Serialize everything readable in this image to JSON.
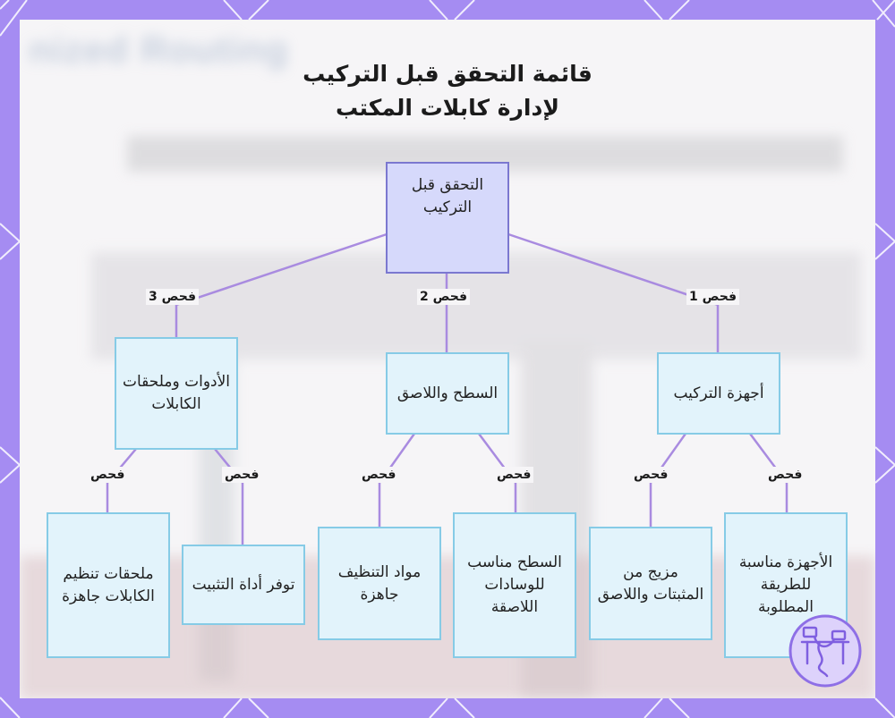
{
  "title": {
    "line1": "قائمة التحقق قبل التركيب",
    "line2": "لإدارة كابلات المكتب"
  },
  "background_text": "nized Routing",
  "root": {
    "label": "التحقق قبل التركيب"
  },
  "branches": [
    {
      "edge_label": "فحص 1",
      "label": "أجهزة التركيب",
      "leaves": [
        {
          "edge_label": "فحص",
          "label": "الأجهزة مناسبة للطريقة المطلوبة"
        },
        {
          "edge_label": "فحص",
          "label": "مزيج من المثبتات واللاصق"
        }
      ]
    },
    {
      "edge_label": "فحص 2",
      "label": "السطح واللاصق",
      "leaves": [
        {
          "edge_label": "فحص",
          "label": "السطح مناسب للوسادات اللاصقة"
        },
        {
          "edge_label": "فحص",
          "label": "مواد التنظيف جاهزة"
        }
      ]
    },
    {
      "edge_label": "فحص 3",
      "label": "الأدوات وملحقات الكابلات",
      "leaves": [
        {
          "edge_label": "فحص",
          "label": "توفر أداة التثبيت"
        },
        {
          "edge_label": "فحص",
          "label": "ملحقات تنظيم الكابلات جاهزة"
        }
      ]
    }
  ],
  "colors": {
    "frame": "#a58cf2",
    "root_fill": "#d6d9fb",
    "root_border": "#7b78d0",
    "node_fill": "#e2f3fb",
    "node_border": "#86cbe6",
    "connector": "#a98be0"
  },
  "logo_icon": "cable-network-logo-icon"
}
